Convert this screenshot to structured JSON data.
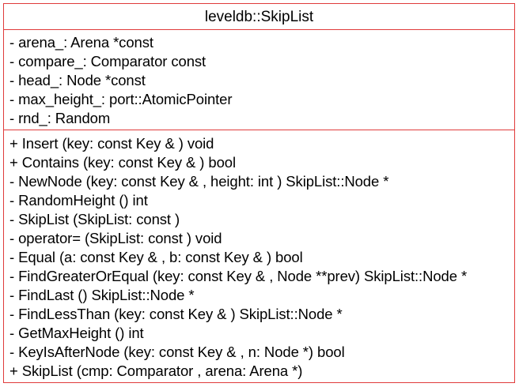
{
  "class_box": {
    "name": "leveldb::SkipList",
    "attributes": [
      "- arena_: Arena *const",
      "- compare_: Comparator const",
      "- head_: Node *const",
      "- max_height_: port::AtomicPointer",
      "- rnd_: Random"
    ],
    "operations": [
      "+ Insert (key: const Key & ) void",
      "+ Contains (key: const Key & ) bool",
      "- NewNode (key: const Key & , height: int ) SkipList::Node *",
      "- RandomHeight () int",
      "- SkipList (SkipList: const )",
      "- operator= (SkipList: const ) void",
      "- Equal (a: const Key & , b: const Key & ) bool",
      "- FindGreaterOrEqual (key: const Key & , Node **prev) SkipList::Node *",
      "- FindLast () SkipList::Node *",
      "- FindLessThan (key: const Key & ) SkipList::Node *",
      "- GetMaxHeight () int",
      "- KeyIsAfterNode (key: const Key & , n: Node *) bool",
      "+ SkipList (cmp: Comparator , arena: Arena *)"
    ],
    "border_color": "#e03b3b"
  }
}
